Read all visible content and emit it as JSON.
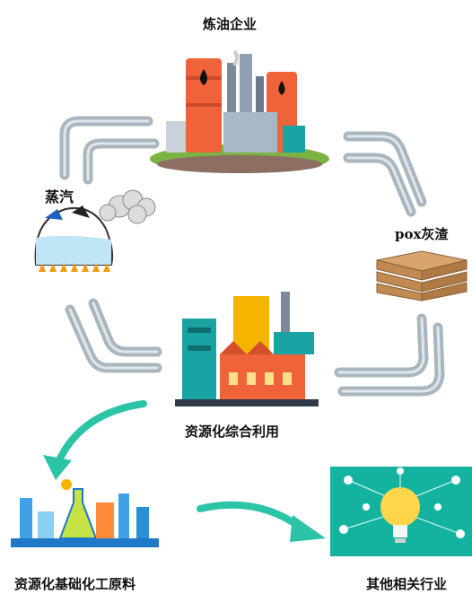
{
  "nodes": {
    "top": "炼油企业",
    "steam": "蒸汽",
    "pox": "pox灰渣",
    "center": "资源化综合利用",
    "bottom_left": "资源化基础化工原料",
    "bottom_right": "其他相关行业"
  },
  "colors": {
    "pipe": "#b8c4cc",
    "arrow": "#2bc4a6",
    "accent_orange": "#f0623a",
    "accent_teal": "#1aa3a3"
  }
}
